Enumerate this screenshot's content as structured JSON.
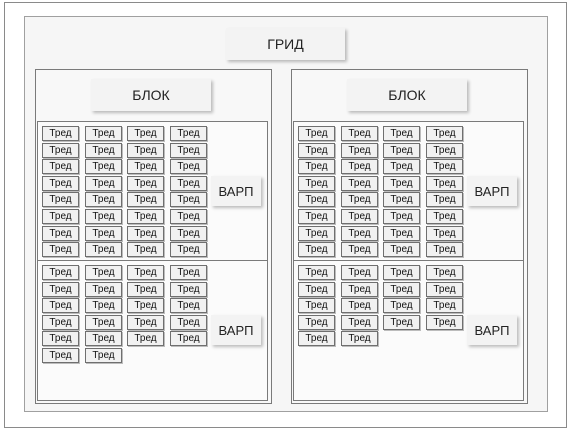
{
  "grid": {
    "label": "ГРИД"
  },
  "blocks": [
    {
      "label": "БЛОК",
      "warps": [
        {
          "label": "ВАРП",
          "thread_count": 32
        },
        {
          "label": "ВАРП",
          "thread_count": 22
        }
      ]
    },
    {
      "label": "БЛОК",
      "warps": [
        {
          "label": "ВАРП",
          "thread_count": 32
        },
        {
          "label": "ВАРП",
          "thread_count": 18
        }
      ]
    }
  ],
  "thread_label": "Тред"
}
